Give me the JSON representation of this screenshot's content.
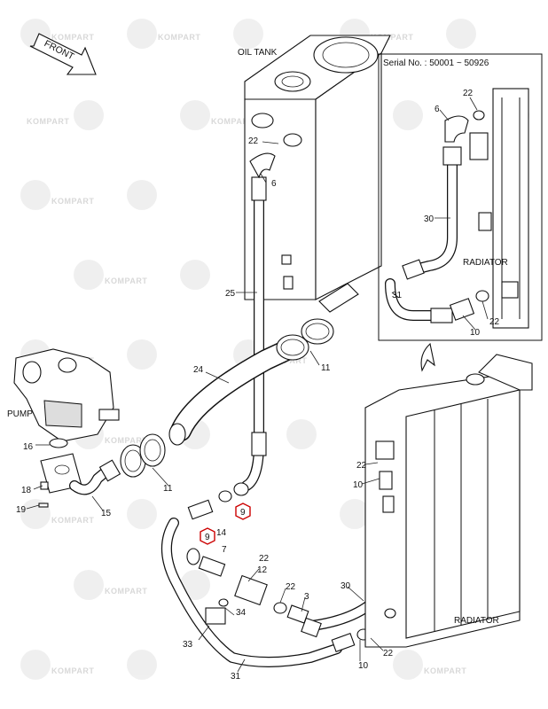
{
  "watermark": "KOMPART",
  "titles": {
    "front": "FRONT",
    "oil_tank": "OIL TANK",
    "pump": "PUMP",
    "radiator_main": "RADIATOR",
    "radiator_inset": "RADIATOR",
    "serial": "Serial No. : 50001 ~ 50926"
  },
  "callouts": {
    "c3": "3",
    "c6": "6",
    "c9a": "9",
    "c9b": "9",
    "c10a": "10",
    "c10b": "10",
    "c11a": "11",
    "c11b": "11",
    "c12": "12",
    "c14": "14",
    "c15": "15",
    "c16": "16",
    "c18": "18",
    "c19": "19",
    "c22a": "22",
    "c22b": "22",
    "c22c": "22",
    "c22d": "22",
    "c22e": "22",
    "c24": "24",
    "c25": "25",
    "c30": "30",
    "c31": "31",
    "c33": "33",
    "c34": "34",
    "c7": "7",
    "i6": "6",
    "i22a": "22",
    "i22b": "22",
    "i30": "30",
    "i31": "31",
    "i10": "10"
  },
  "highlight_color": "#cc0000"
}
